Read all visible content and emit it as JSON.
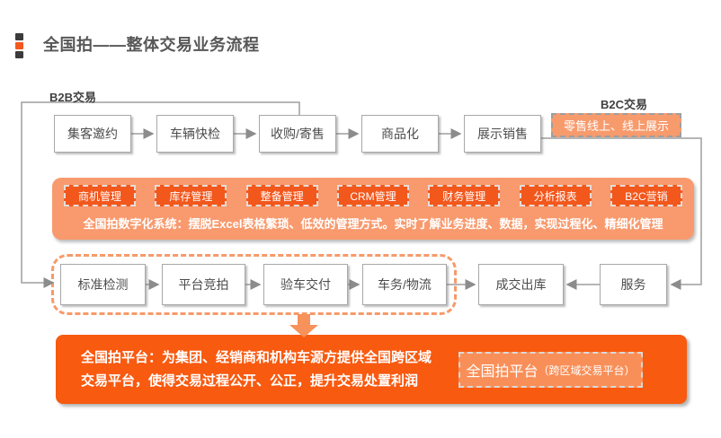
{
  "slide": {
    "title": "全国拍——整体交易业务流程",
    "b2b_label": "B2B交易",
    "b2c_label": "B2C交易",
    "retail_tag": "零售线上、线上展示"
  },
  "flow_row1": [
    "集客邀约",
    "车辆快检",
    "收购/寄售",
    "商品化",
    "展示销售"
  ],
  "digital_system": {
    "modules": [
      "商机管理",
      "库存管理",
      "整备管理",
      "CRM管理",
      "财务管理",
      "分析报表",
      "B2C营销"
    ],
    "description": "全国拍数字化系统：摆脱Excel表格繁琐、低效的管理方式。实时了解业务进度、数据，实现过程化、精细化管理"
  },
  "flow_row2": [
    "标准检测",
    "平台竞拍",
    "验车交付",
    "车务/物流",
    "成交出库",
    "服务"
  ],
  "platform_banner": {
    "line1": "全国拍平台：为集团、经销商和机构车源方提供全国跨区域",
    "line2": "交易平台，使得交易过程公开、公正，提升交易处置利润",
    "chip_main": "全国拍平台",
    "chip_sub": "（跨区域交易平台）"
  },
  "colors": {
    "accent_orange": "#F4581D",
    "module_orange": "#F2571C",
    "salmon": "#F89A6E",
    "banner_orange": "#F85A10",
    "connector_gray": "#9E9E9E",
    "text_dark": "#4C4C4C"
  }
}
